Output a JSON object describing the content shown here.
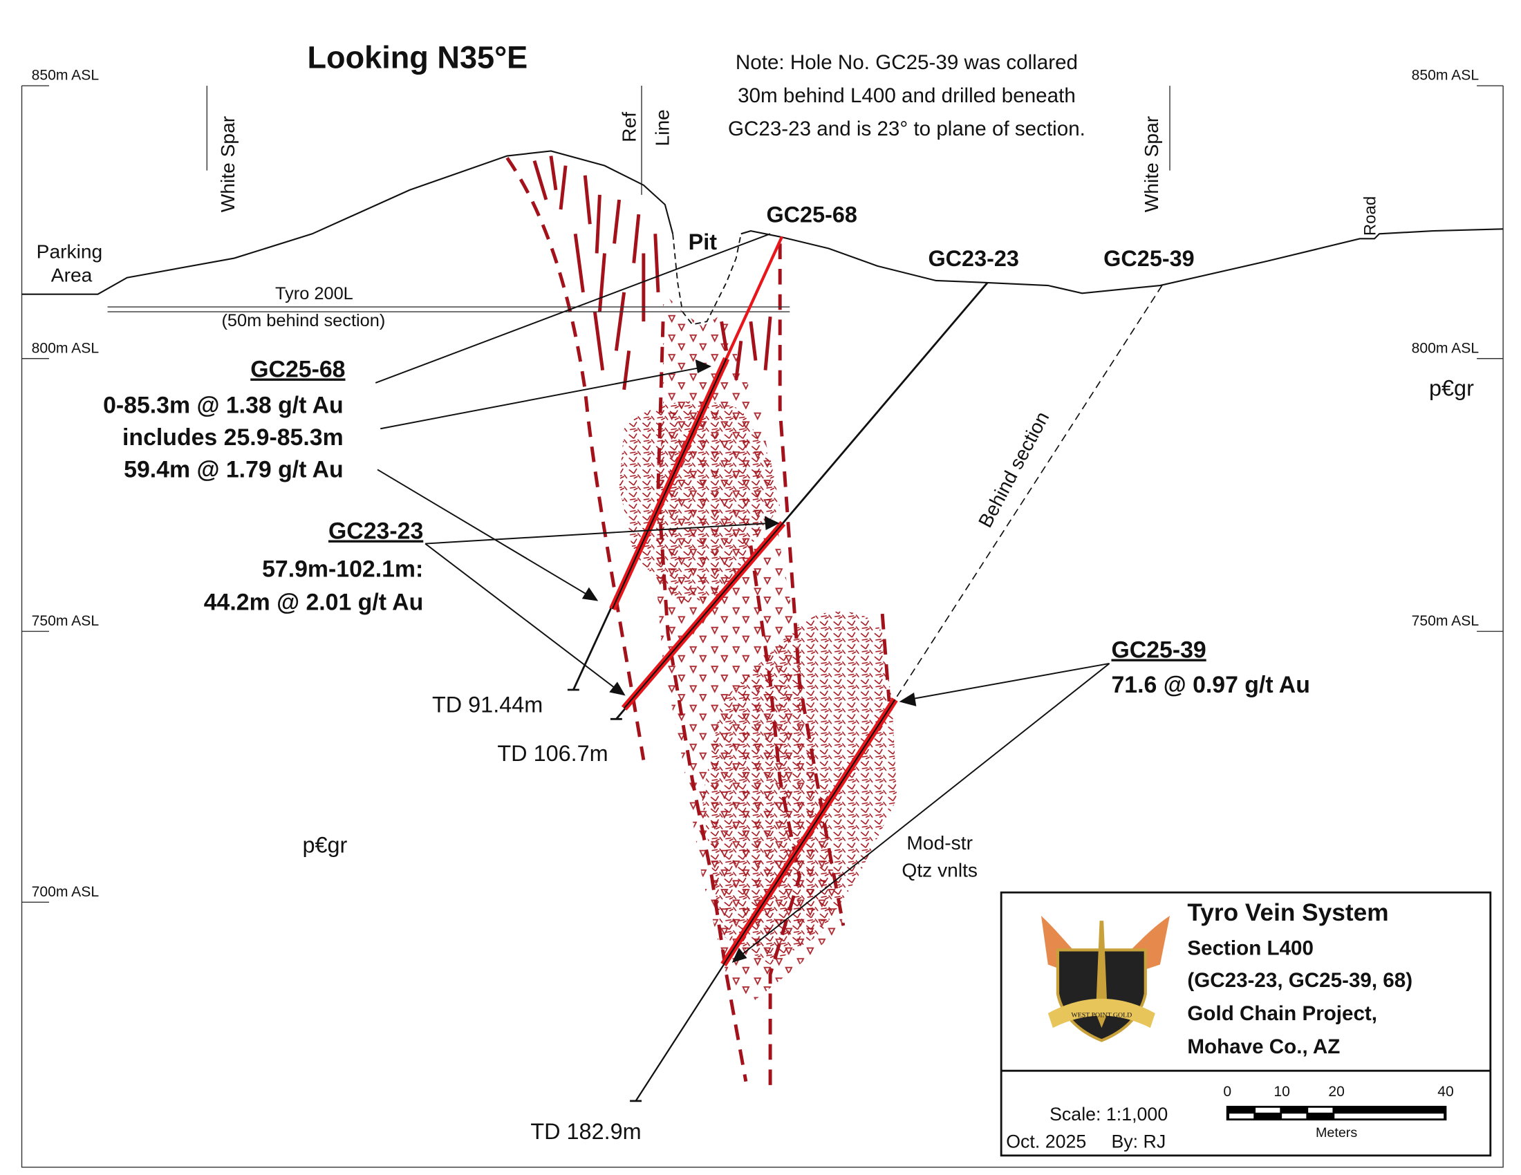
{
  "title": "Looking N35°E",
  "note": [
    "Note:  Hole No. GC25-39 was collared",
    "30m behind L400 and drilled beneath",
    "GC23-23 and is 23° to plane of section."
  ],
  "elevations": {
    "left": [
      "850m ASL",
      "800m ASL",
      "750m ASL",
      "700m ASL"
    ],
    "right": [
      "850m ASL",
      "800m ASL",
      "750m ASL"
    ]
  },
  "surface_labels": {
    "parking": [
      "Parking",
      "Area"
    ],
    "white_spar": "White Spar",
    "ref": "Ref",
    "line": "Line",
    "pit": "Pit",
    "road": "Road",
    "tyro": "Tyro 200L",
    "tyro_note": "(50m behind section)",
    "behind": "Behind section",
    "rock_left": "p€gr",
    "rock_right": "p€gr",
    "qtz": [
      "Mod-str",
      "Qtz vnlts"
    ]
  },
  "holes": {
    "gc25_68": {
      "collar": "GC25-68",
      "label": "GC25-68",
      "lines": [
        "0-85.3m @ 1.38 g/t Au",
        "includes 25.9-85.3m",
        "59.4m @ 1.79 g/t Au"
      ],
      "td": "TD 91.44m"
    },
    "gc23_23": {
      "collar": "GC23-23",
      "label": "GC23-23",
      "lines": [
        "57.9m-102.1m:",
        "44.2m @ 2.01 g/t Au"
      ],
      "td": "TD 106.7m"
    },
    "gc25_39": {
      "collar": "GC25-39",
      "label": "GC25-39",
      "lines": [
        "71.6 @ 0.97 g/t Au"
      ],
      "td": "TD 182.9m"
    }
  },
  "legend": {
    "title": "Tyro Vein System",
    "lines": [
      "Section L400",
      "(GC23-23, GC25-39, 68)",
      "Gold Chain Project,",
      "Mohave Co., AZ"
    ],
    "logo_text": "WEST POINT GOLD",
    "scale": "Scale: 1:1,000",
    "date": "Oct. 2025",
    "by": "By: RJ",
    "bar_ticks": [
      "0",
      "10",
      "20",
      "40"
    ],
    "bar_unit": "Meters"
  },
  "colors": {
    "vein": "#e8161b",
    "breccia": "#a3121a",
    "ink": "#111111"
  }
}
